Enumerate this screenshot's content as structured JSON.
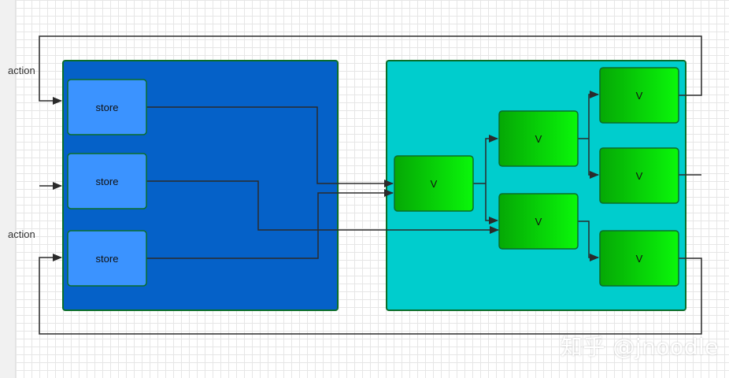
{
  "labels": {
    "action_top": "action",
    "action_bottom": "action"
  },
  "stores": [
    "store",
    "store",
    "store"
  ],
  "views": [
    "V",
    "V",
    "V",
    "V",
    "V",
    "V"
  ],
  "watermark": "知乎 @jnoodle",
  "colors": {
    "store_panel": "#0561c8",
    "store_box": "#3b93ff",
    "view_panel": "#00cdcd",
    "view_box_start": "#05a805",
    "view_box_end": "#0af70a",
    "border": "#0b6e2a",
    "line": "#2b2b2b"
  }
}
